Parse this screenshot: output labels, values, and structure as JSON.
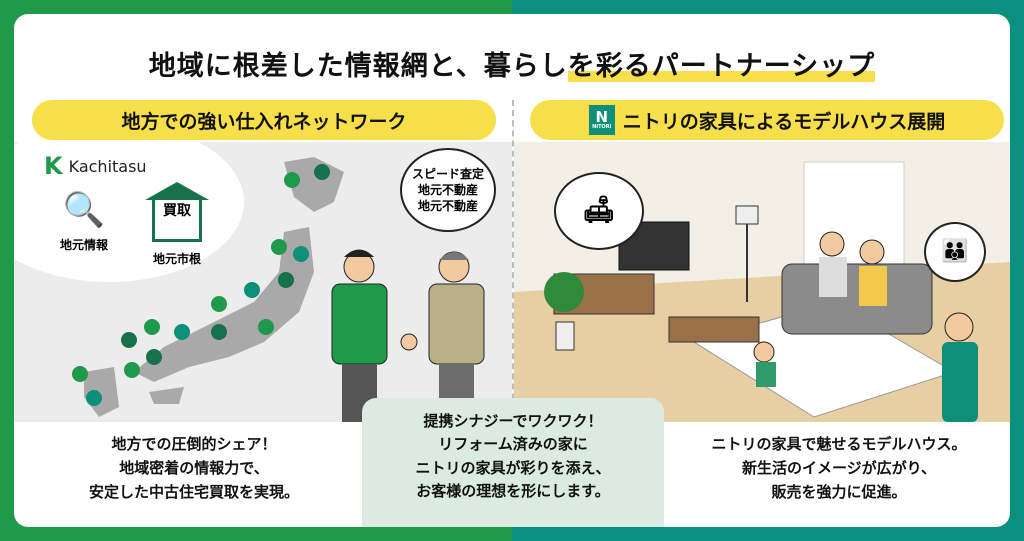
{
  "title": {
    "main": "地域に根差した情報網と、暮らし",
    "highlight": "を彩るパートナーシップ"
  },
  "left": {
    "header": "地方での強い仕入れネットワーク",
    "brand": "Kachitasu",
    "icons": [
      {
        "label": "地元情報",
        "icon": "magnifier-icon"
      },
      {
        "label": "地元市根",
        "icon": "house-icon",
        "house_text": "買取"
      }
    ],
    "bubble": [
      "スピード査定",
      "地元不動産",
      "地元不動産"
    ],
    "desc": [
      "地方での圧倒的シェア！",
      "地域密着の情報力で、",
      "安定した中古住宅買取を実現。"
    ]
  },
  "right": {
    "header": "ニトリの家具によるモデルハウス展開",
    "logo": {
      "letter": "N",
      "text": "NITORI"
    },
    "desc": [
      "ニトリの家具で魅せるモデルハウス。",
      "新生活のイメージが広がり、",
      "販売を強力に促進。"
    ]
  },
  "center": {
    "lines": [
      "提携シナジーでワクワク！",
      "リフォーム済みの家に",
      "ニトリの家具が彩りを添え、",
      "お客様の理想を形にします。"
    ]
  },
  "colors": {
    "green": "#1f9a4a",
    "teal": "#0b8f7e",
    "yellow": "#f6df4a"
  }
}
